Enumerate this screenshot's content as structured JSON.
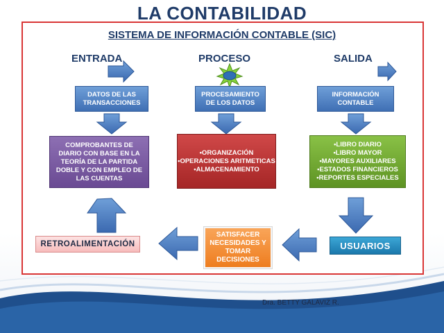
{
  "title": "LA CONTABILIDAD",
  "subtitle": "SISTEMA DE INFORMACIÓN CONTABLE  (SIC)",
  "stages": {
    "entrada": "ENTRADA",
    "proceso": "PROCESO",
    "salida": "SALIDA"
  },
  "boxes": {
    "datos": "DATOS DE LAS TRANSACCIONES",
    "procesamiento": "PROCESAMIENTO DE LOS DATOS",
    "informacion": "INFORMACIÓN CONTABLE",
    "comprobantes": "COMPROBANTES DE DIARIO CON BASE EN LA TEORÍA DE LA PARTIDA DOBLE Y CON EMPLEO DE LAS CUENTAS",
    "proceso_items": [
      "•ORGANIZACIÓN",
      "•OPERACIONES ARITMETICAS",
      "•ALMACENAMIENTO"
    ],
    "salida_items": [
      "•LIBRO DIARIO",
      "•LIBRO MAYOR",
      "•MAYORES AUXILIARES",
      "•ESTADOS FINANCIEROS",
      "•REPORTES ESPECIALES"
    ],
    "retroalimentacion": "RETROALIMENTACIÓN",
    "satisfacer": "SATISFACER NECESIDADES Y TOMAR DECISIONES",
    "usuarios": "USUARIOS"
  },
  "footer": "Dra. BETTY GALAVIZ R.",
  "colors": {
    "title": "#1f3b68",
    "frame": "#d93535",
    "arrow_blue": "#4a7cc2",
    "purple": "#7a5aa3",
    "red": "#b83232",
    "green": "#6faa30",
    "orange": "#f28c2e",
    "usuarios": "#2a8fc4",
    "gear": "#7dd03a"
  }
}
